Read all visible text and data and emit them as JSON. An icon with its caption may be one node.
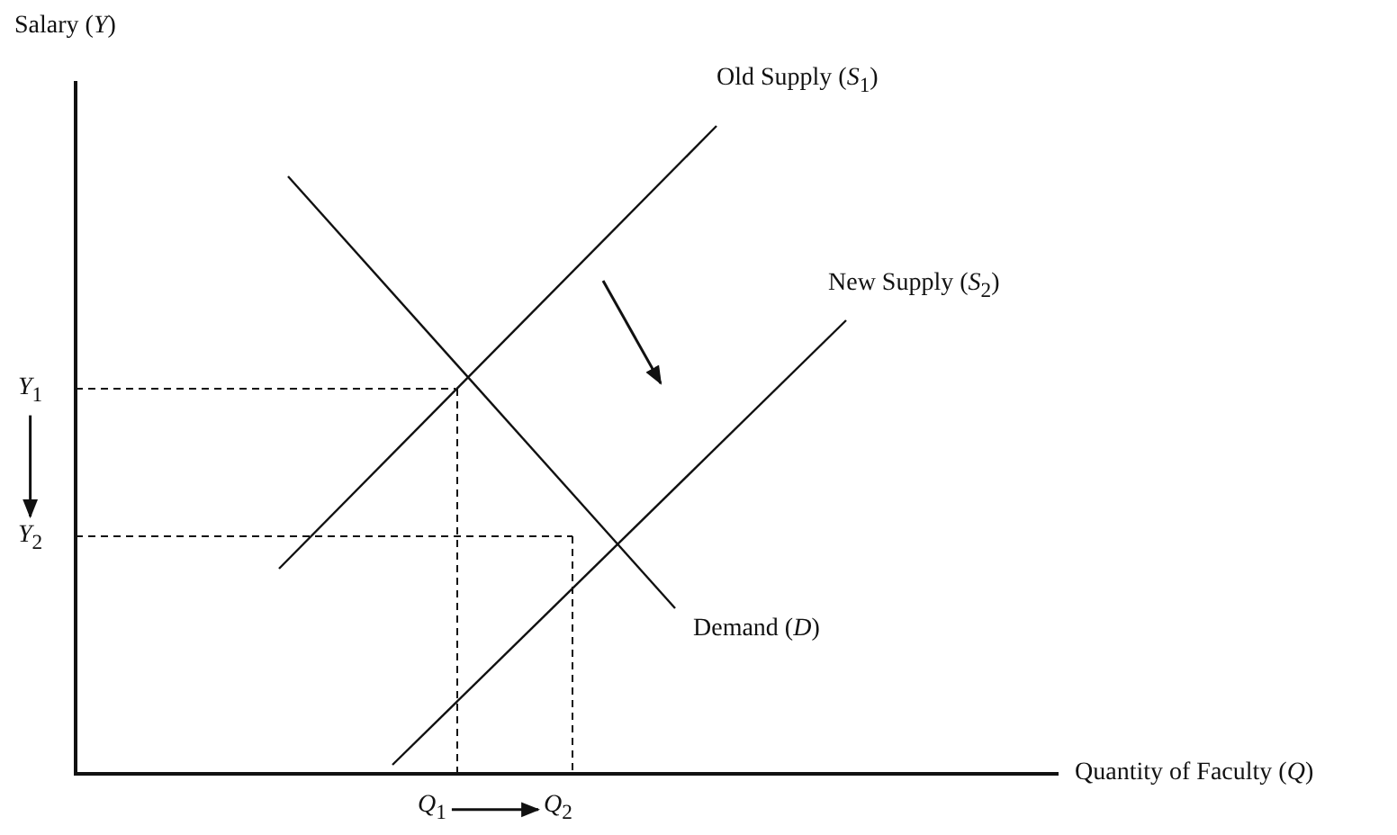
{
  "diagram": {
    "nodes": [
      {
        "text": [
          "*Y*$_{1}$"
        ]
      },
      {
        "text": [
          "*Y*$_{2}$"
        ]
      },
      {
        "text": [
          "*Q*$_{1}$"
        ]
      },
      {
        "text": [
          "*Q*$_{2}$"
        ]
      }
    ],
    "edges": [
      {
        "from": 0,
        "to": 1,
        "arrow": "to"
      },
      {
        "from": 2,
        "to": 3,
        "arrow": "to"
      }
    ],
    "labels": [
      "Salary (*Y*)",
      "Old Supply (*S*$_{1}$)",
      "New Supply (*S*$_{2}$)",
      "Demand (*D*)",
      "Quantity of Faculty (*Q*)"
    ]
  }
}
